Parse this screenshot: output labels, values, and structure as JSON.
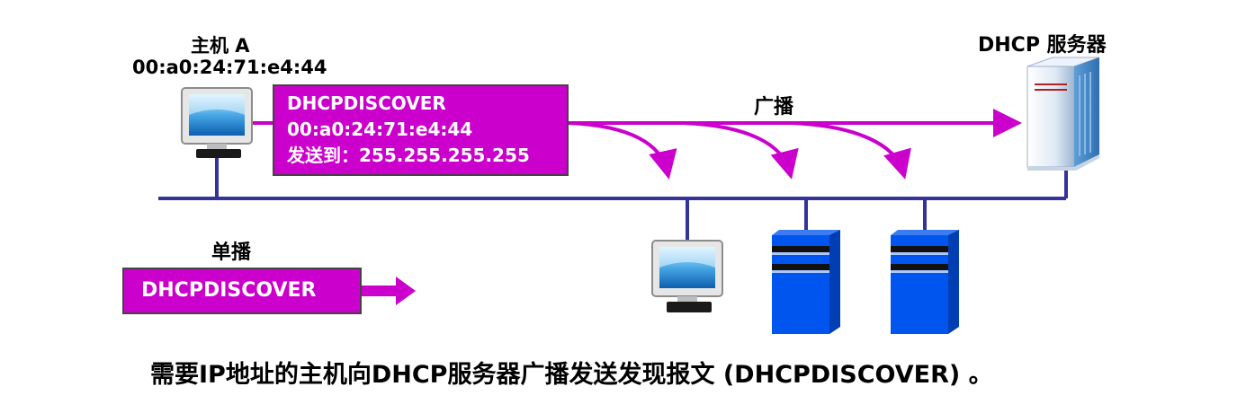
{
  "host": {
    "name": "主机 A",
    "mac": "00:a0:24:71:e4:44"
  },
  "server": {
    "name": "DHCP 服务器"
  },
  "broadcast": {
    "label": "广播",
    "message": {
      "line1": "DHCPDISCOVER",
      "line2": "00:a0:24:71:e4:44",
      "line3": "发送到：255.255.255.255"
    }
  },
  "unicast": {
    "label": "单播",
    "message": "DHCPDISCOVER"
  },
  "caption": "需要IP地址的主机向DHCP服务器广播发送发现报文 (DHCPDISCOVER) 。",
  "colors": {
    "message_fill": "#cc00cc",
    "network_line": "#333399",
    "arrow": "#cc00cc",
    "server_blue": "#0055ee"
  },
  "icons": {
    "host": "monitor-icon",
    "dhcp_server": "tower-server-icon",
    "other_hosts": [
      "monitor-icon",
      "rack-server-icon",
      "rack-server-icon"
    ]
  }
}
